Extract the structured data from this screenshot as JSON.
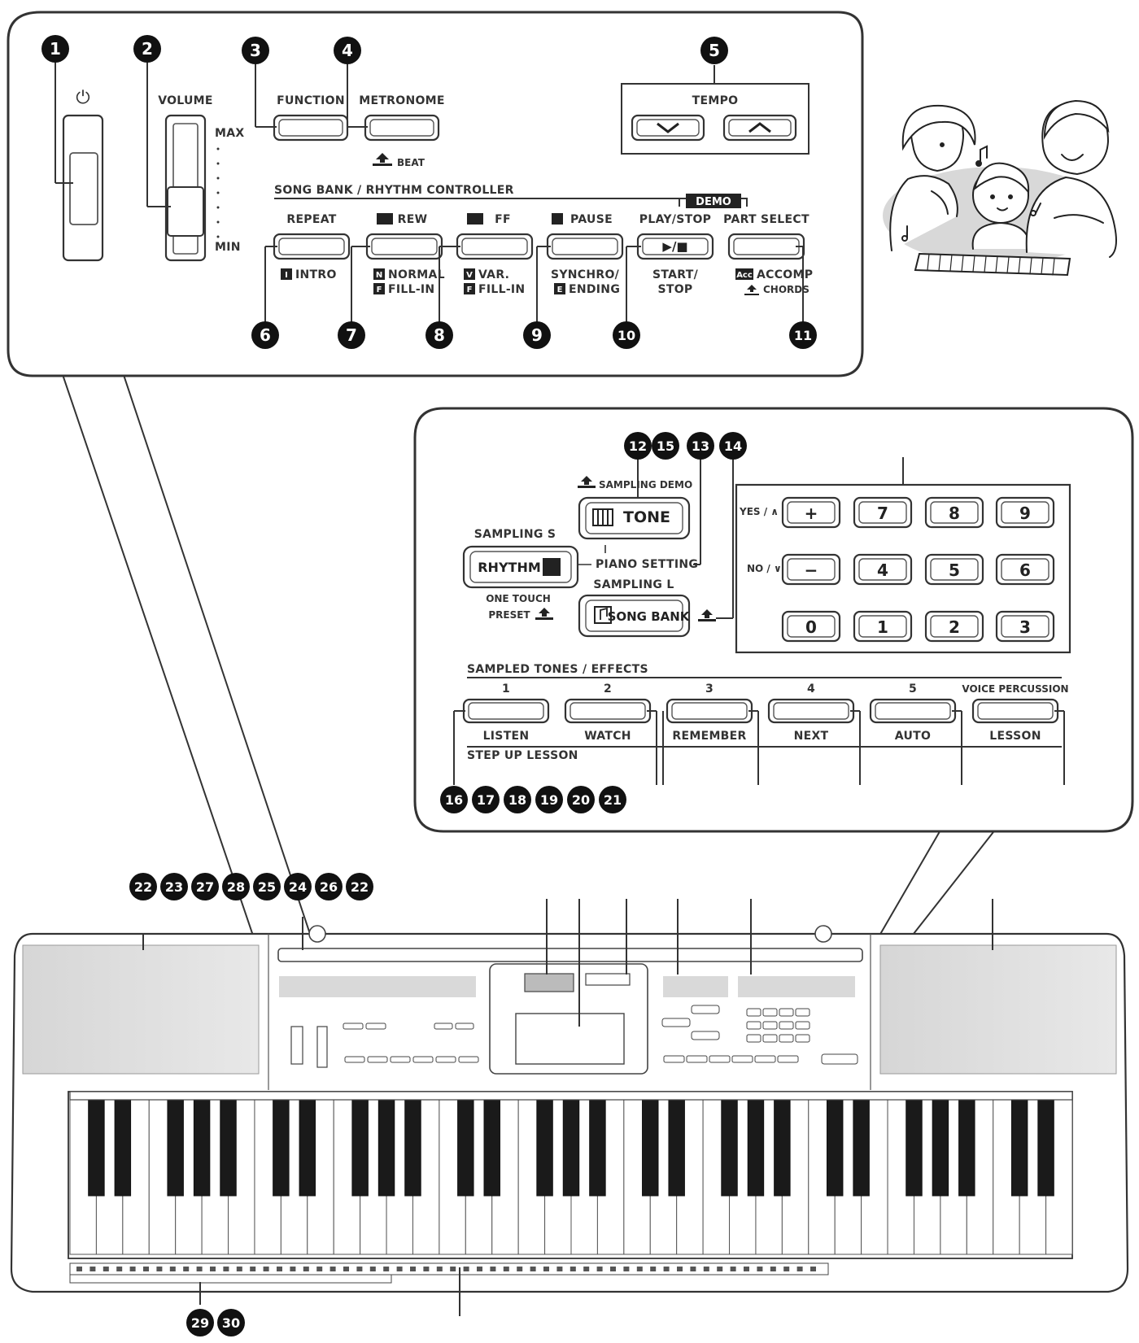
{
  "callouts": [
    "1",
    "2",
    "3",
    "4",
    "5",
    "6",
    "7",
    "8",
    "9",
    "10",
    "11",
    "12",
    "13",
    "14",
    "15",
    "16",
    "17",
    "18",
    "19",
    "20",
    "21",
    "22",
    "23",
    "24",
    "25",
    "26",
    "27",
    "28",
    "29",
    "30"
  ],
  "top_panel": {
    "power_symbol": "⏻",
    "volume": {
      "label": "VOLUME",
      "max": "MAX",
      "min": "MIN"
    },
    "function_label": "FUNCTION",
    "metronome_label": "METRONOME",
    "beat_label": "BEAT",
    "tempo": {
      "label": "TEMPO",
      "down": "∨",
      "up": "∧"
    },
    "controller_title": "SONG BANK / RHYTHM CONTROLLER",
    "demo_badge": "DEMO",
    "buttons": [
      {
        "top": "REPEAT",
        "bottom1": "INTRO",
        "bottom2": "",
        "glyph": "I",
        "glyph2": ""
      },
      {
        "top": "REW",
        "bottom1": "NORMAL",
        "bottom2": "FILL-IN",
        "glyph": "N",
        "glyph2": "F"
      },
      {
        "top": "FF",
        "bottom1": "VAR.",
        "bottom2": "FILL-IN",
        "glyph": "V",
        "glyph2": "F"
      },
      {
        "top": "PAUSE",
        "bottom1": "SYNCHRO/",
        "bottom2": "ENDING",
        "glyph": "",
        "glyph2": "E"
      },
      {
        "top": "PLAY/STOP",
        "bottom1": "START/",
        "bottom2": "STOP",
        "glyph": "",
        "glyph2": ""
      },
      {
        "top": "PART SELECT",
        "bottom1": "ACCOMP",
        "bottom2": "CHORDS",
        "glyph": "Acc",
        "glyph2": ""
      }
    ],
    "play_symbol": "▶/■"
  },
  "mid_panel": {
    "sampling_demo": "SAMPLING DEMO",
    "tone_label": "TONE",
    "sampling_s": "SAMPLING S",
    "rhythm_label": "RHYTHM",
    "piano_setting": "PIANO SETTING",
    "sampling_l": "SAMPLING L",
    "one_touch": "ONE TOUCH",
    "preset": "PRESET",
    "song_bank_label": "SONG BANK",
    "yes_label": "YES / ∧",
    "no_label": "NO / ∨",
    "keypad": [
      [
        "+",
        "7",
        "8",
        "9"
      ],
      [
        "−",
        "4",
        "5",
        "6"
      ],
      [
        "0",
        "1",
        "2",
        "3"
      ]
    ],
    "sampled_title": "SAMPLED TONES / EFFECTS",
    "sample_numbers": [
      "1",
      "2",
      "3",
      "4",
      "5",
      "VOICE PERCUSSION"
    ],
    "lesson_labels": [
      "LISTEN",
      "WATCH",
      "REMEMBER",
      "NEXT",
      "AUTO",
      "LESSON"
    ],
    "step_up": "STEP UP LESSON"
  }
}
